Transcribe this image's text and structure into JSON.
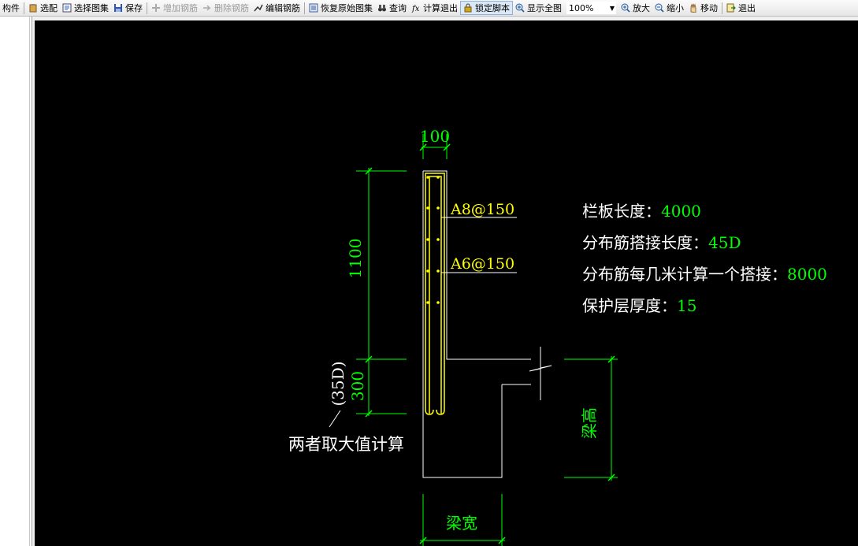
{
  "toolbar": {
    "items": [
      {
        "label": "构件"
      },
      {
        "label": "选配"
      },
      {
        "label": "选择图集"
      },
      {
        "label": "保存"
      },
      {
        "label": "增加钢筋"
      },
      {
        "label": "删除钢筋"
      },
      {
        "label": "编辑钢筋"
      },
      {
        "label": "恢复原始图集"
      },
      {
        "label": "查询"
      },
      {
        "label": "计算退出"
      },
      {
        "label": "锁定脚本"
      },
      {
        "label": "显示全图"
      },
      {
        "label": "放大"
      },
      {
        "label": "缩小"
      },
      {
        "label": "移动"
      },
      {
        "label": "退出"
      }
    ],
    "zoom_value": "100%",
    "zoom_arrow": "▼"
  },
  "drawing": {
    "dim_top": "100",
    "dim_1100": "1100",
    "dim_300": "300",
    "dim_35d": "(35D)",
    "rebar_a8": "A8@150",
    "rebar_a6": "A6@150",
    "note": "两者取大值计算",
    "beam_height": "梁高",
    "beam_width": "梁宽",
    "info": {
      "length_label": "栏板长度：",
      "length_value": "4000",
      "lap_label": "分布筋搭接长度：",
      "lap_value": "45D",
      "every_label": "分布筋每几米计算一个搭接：",
      "every_value": "8000",
      "cover_label": "保护层厚度：",
      "cover_value": "15"
    }
  },
  "colors": {
    "canvas_bg": "#000000",
    "green": "#00ff00",
    "yellow": "#ffff00",
    "white": "#ffffff"
  }
}
